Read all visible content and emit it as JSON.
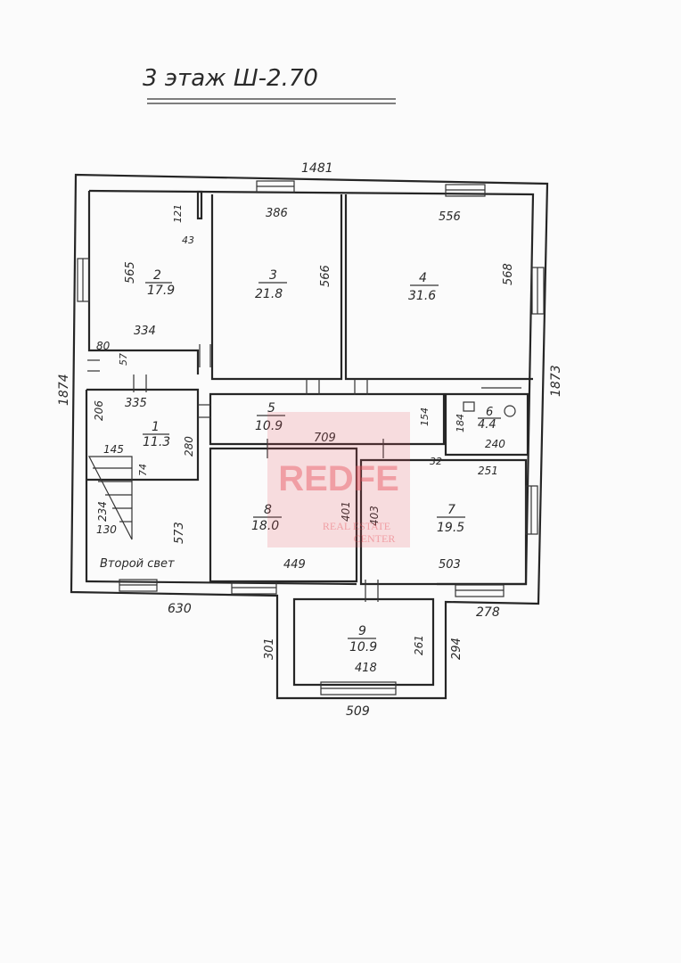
{
  "header": {
    "title": "3 этаж Ш-2.70"
  },
  "overall_dims": {
    "top": "1481",
    "left": "1874",
    "right": "1873",
    "bottom_left": "630",
    "bottom_right": "278",
    "annex_bottom": "509",
    "annex_left": "301",
    "annex_right": "294"
  },
  "rooms": [
    {
      "number": "1",
      "area": "11.3",
      "dims": [
        "335",
        "206",
        "280",
        "145",
        "74",
        "234",
        "130",
        "573"
      ]
    },
    {
      "number": "2",
      "area": "17.9",
      "dims": [
        "565",
        "334",
        "121",
        "43",
        "80",
        "57"
      ]
    },
    {
      "number": "3",
      "area": "21.8",
      "dims": [
        "386",
        "566"
      ]
    },
    {
      "number": "4",
      "area": "31.6",
      "dims": [
        "556",
        "568"
      ]
    },
    {
      "number": "5",
      "area": "10.9",
      "dims": [
        "709",
        "154"
      ]
    },
    {
      "number": "6",
      "area": "4.4",
      "dims": [
        "184",
        "240"
      ]
    },
    {
      "number": "7",
      "area": "19.5",
      "dims": [
        "251",
        "32",
        "403",
        "503"
      ]
    },
    {
      "number": "8",
      "area": "18.0",
      "dims": [
        "401",
        "449"
      ]
    },
    {
      "number": "9",
      "area": "10.9",
      "dims": [
        "418",
        "261"
      ]
    }
  ],
  "notes": {
    "second_light": "Второй свет"
  },
  "watermark": {
    "logo": "REDFE",
    "line1": "REAL ESTATE",
    "line2": "CENTER",
    "color": "#e8555e"
  }
}
